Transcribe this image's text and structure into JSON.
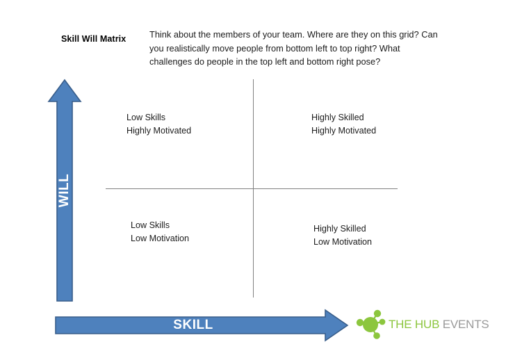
{
  "slide": {
    "title": "Skill Will Matrix",
    "intro": "Think about the members of your team.  Where are they on this grid?  Can you realistically move people from bottom left to top right?  What challenges do people in the top left and bottom right pose?"
  },
  "axes": {
    "vertical": {
      "label": "WILL",
      "direction": "up",
      "icon": "up-arrow-icon"
    },
    "horizontal": {
      "label": "SKILL",
      "direction": "right",
      "icon": "right-arrow-icon"
    }
  },
  "quadrants": [
    {
      "id": "top-left",
      "line1": "Low Skills",
      "line2": "Highly Motivated",
      "text": "Low Skills\nHighly Motivated"
    },
    {
      "id": "top-right",
      "line1": "Highly Skilled",
      "line2": "Highly Motivated",
      "text": "Highly Skilled\nHighly Motivated"
    },
    {
      "id": "bottom-left",
      "line1": "Low Skills",
      "line2": "Low Motivation",
      "text": "Low Skills\nLow Motivation"
    },
    {
      "id": "bottom-right",
      "line1": "Highly Skilled",
      "line2": "Low Motivation",
      "text": "Highly Skilled\nLow Motivation"
    }
  ],
  "logo": {
    "mark": "molecule-node-cluster-icon",
    "text_primary": "THE HUB",
    "text_secondary": "EVENTS",
    "full_text": "THE HUB EVENTS"
  },
  "colors": {
    "arrow_fill": "#4E81BD",
    "arrow_stroke": "#385D8A",
    "axis_line": "#808080",
    "logo_green": "#8CC63E",
    "logo_gray": "#9A9A9A",
    "text": "#1A1A1A",
    "background": "#FFFFFF"
  }
}
